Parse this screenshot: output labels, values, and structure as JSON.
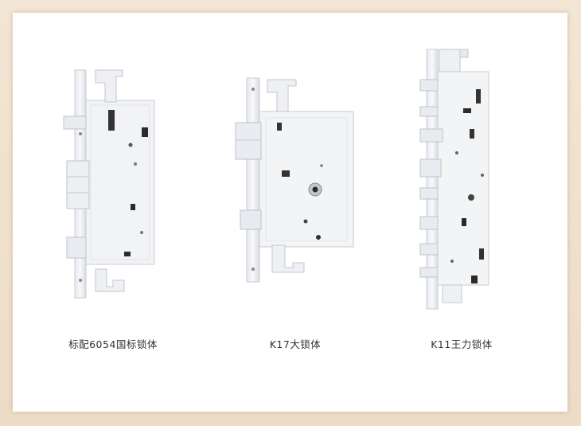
{
  "products": [
    {
      "caption": "标配6054国标锁体"
    },
    {
      "caption": "K17大锁体"
    },
    {
      "caption": "K11王力锁体"
    }
  ],
  "colors": {
    "frame": "#efe3d2",
    "panel": "#ffffff",
    "metal_light": "#f4f5f7",
    "metal_mid": "#dfe2e7",
    "metal_dark": "#b9bec6",
    "hole": "#2b2b2b"
  }
}
